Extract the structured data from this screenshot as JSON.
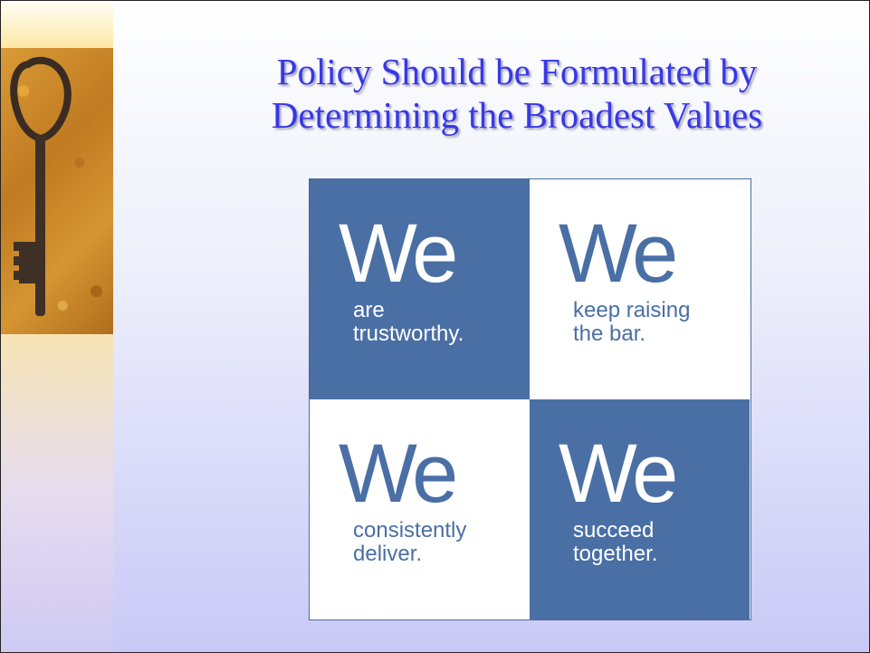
{
  "title": {
    "line1": "Policy Should be Formulated by",
    "line2": "Determining the Broadest Values"
  },
  "values_grid": [
    {
      "we": "We",
      "line1": "are",
      "line2": "trustworthy.",
      "style": "dark"
    },
    {
      "we": "We",
      "line1": "keep raising",
      "line2": "the bar.",
      "style": "light"
    },
    {
      "we": "We",
      "line1": "consistently",
      "line2": "deliver.",
      "style": "light"
    },
    {
      "we": "We",
      "line1": "succeed",
      "line2": "together.",
      "style": "dark"
    }
  ],
  "colors": {
    "title": "#3838e6",
    "grid_blue": "#4a6fa5",
    "sidebar_gold": "#fbe7a6"
  },
  "image": {
    "icon": "key-icon"
  }
}
